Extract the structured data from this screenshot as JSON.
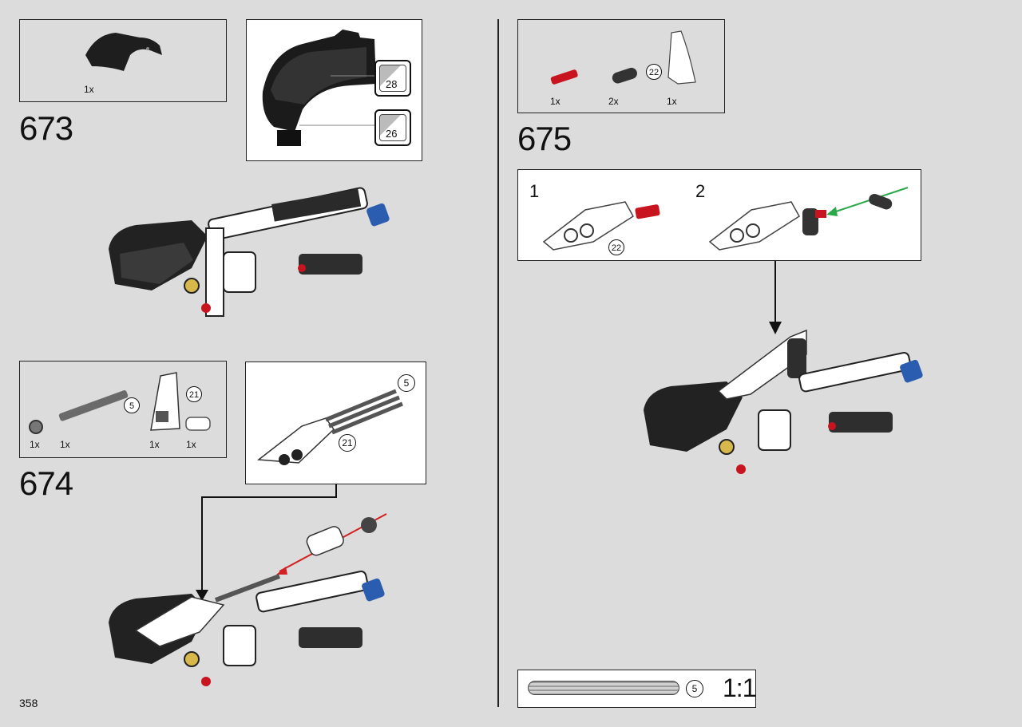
{
  "page_number": "358",
  "step673": {
    "number": "673",
    "parts": [
      {
        "qty": "1x"
      }
    ],
    "stickers": [
      "28",
      "26"
    ]
  },
  "step674": {
    "number": "674",
    "parts": [
      {
        "qty": "1x"
      },
      {
        "qty": "1x",
        "size": "5"
      },
      {
        "qty": "1x",
        "size": "21"
      },
      {
        "qty": "1x"
      }
    ],
    "callouts": [
      "5",
      "21"
    ]
  },
  "step675": {
    "number": "675",
    "parts": [
      {
        "qty": "1x"
      },
      {
        "qty": "2x"
      },
      {
        "qty": "1x",
        "size": "22"
      }
    ],
    "substeps": [
      {
        "label": "1",
        "size": "22"
      },
      {
        "label": "2"
      }
    ]
  },
  "scale_ref": {
    "size": "5",
    "scale": "1:1"
  },
  "colors": {
    "background": "#dcdcdc",
    "axle_red": "#c8141e",
    "pin_blue": "#2a5db0",
    "arrow_green": "#2aa84a",
    "arrow_red": "#d42020"
  }
}
